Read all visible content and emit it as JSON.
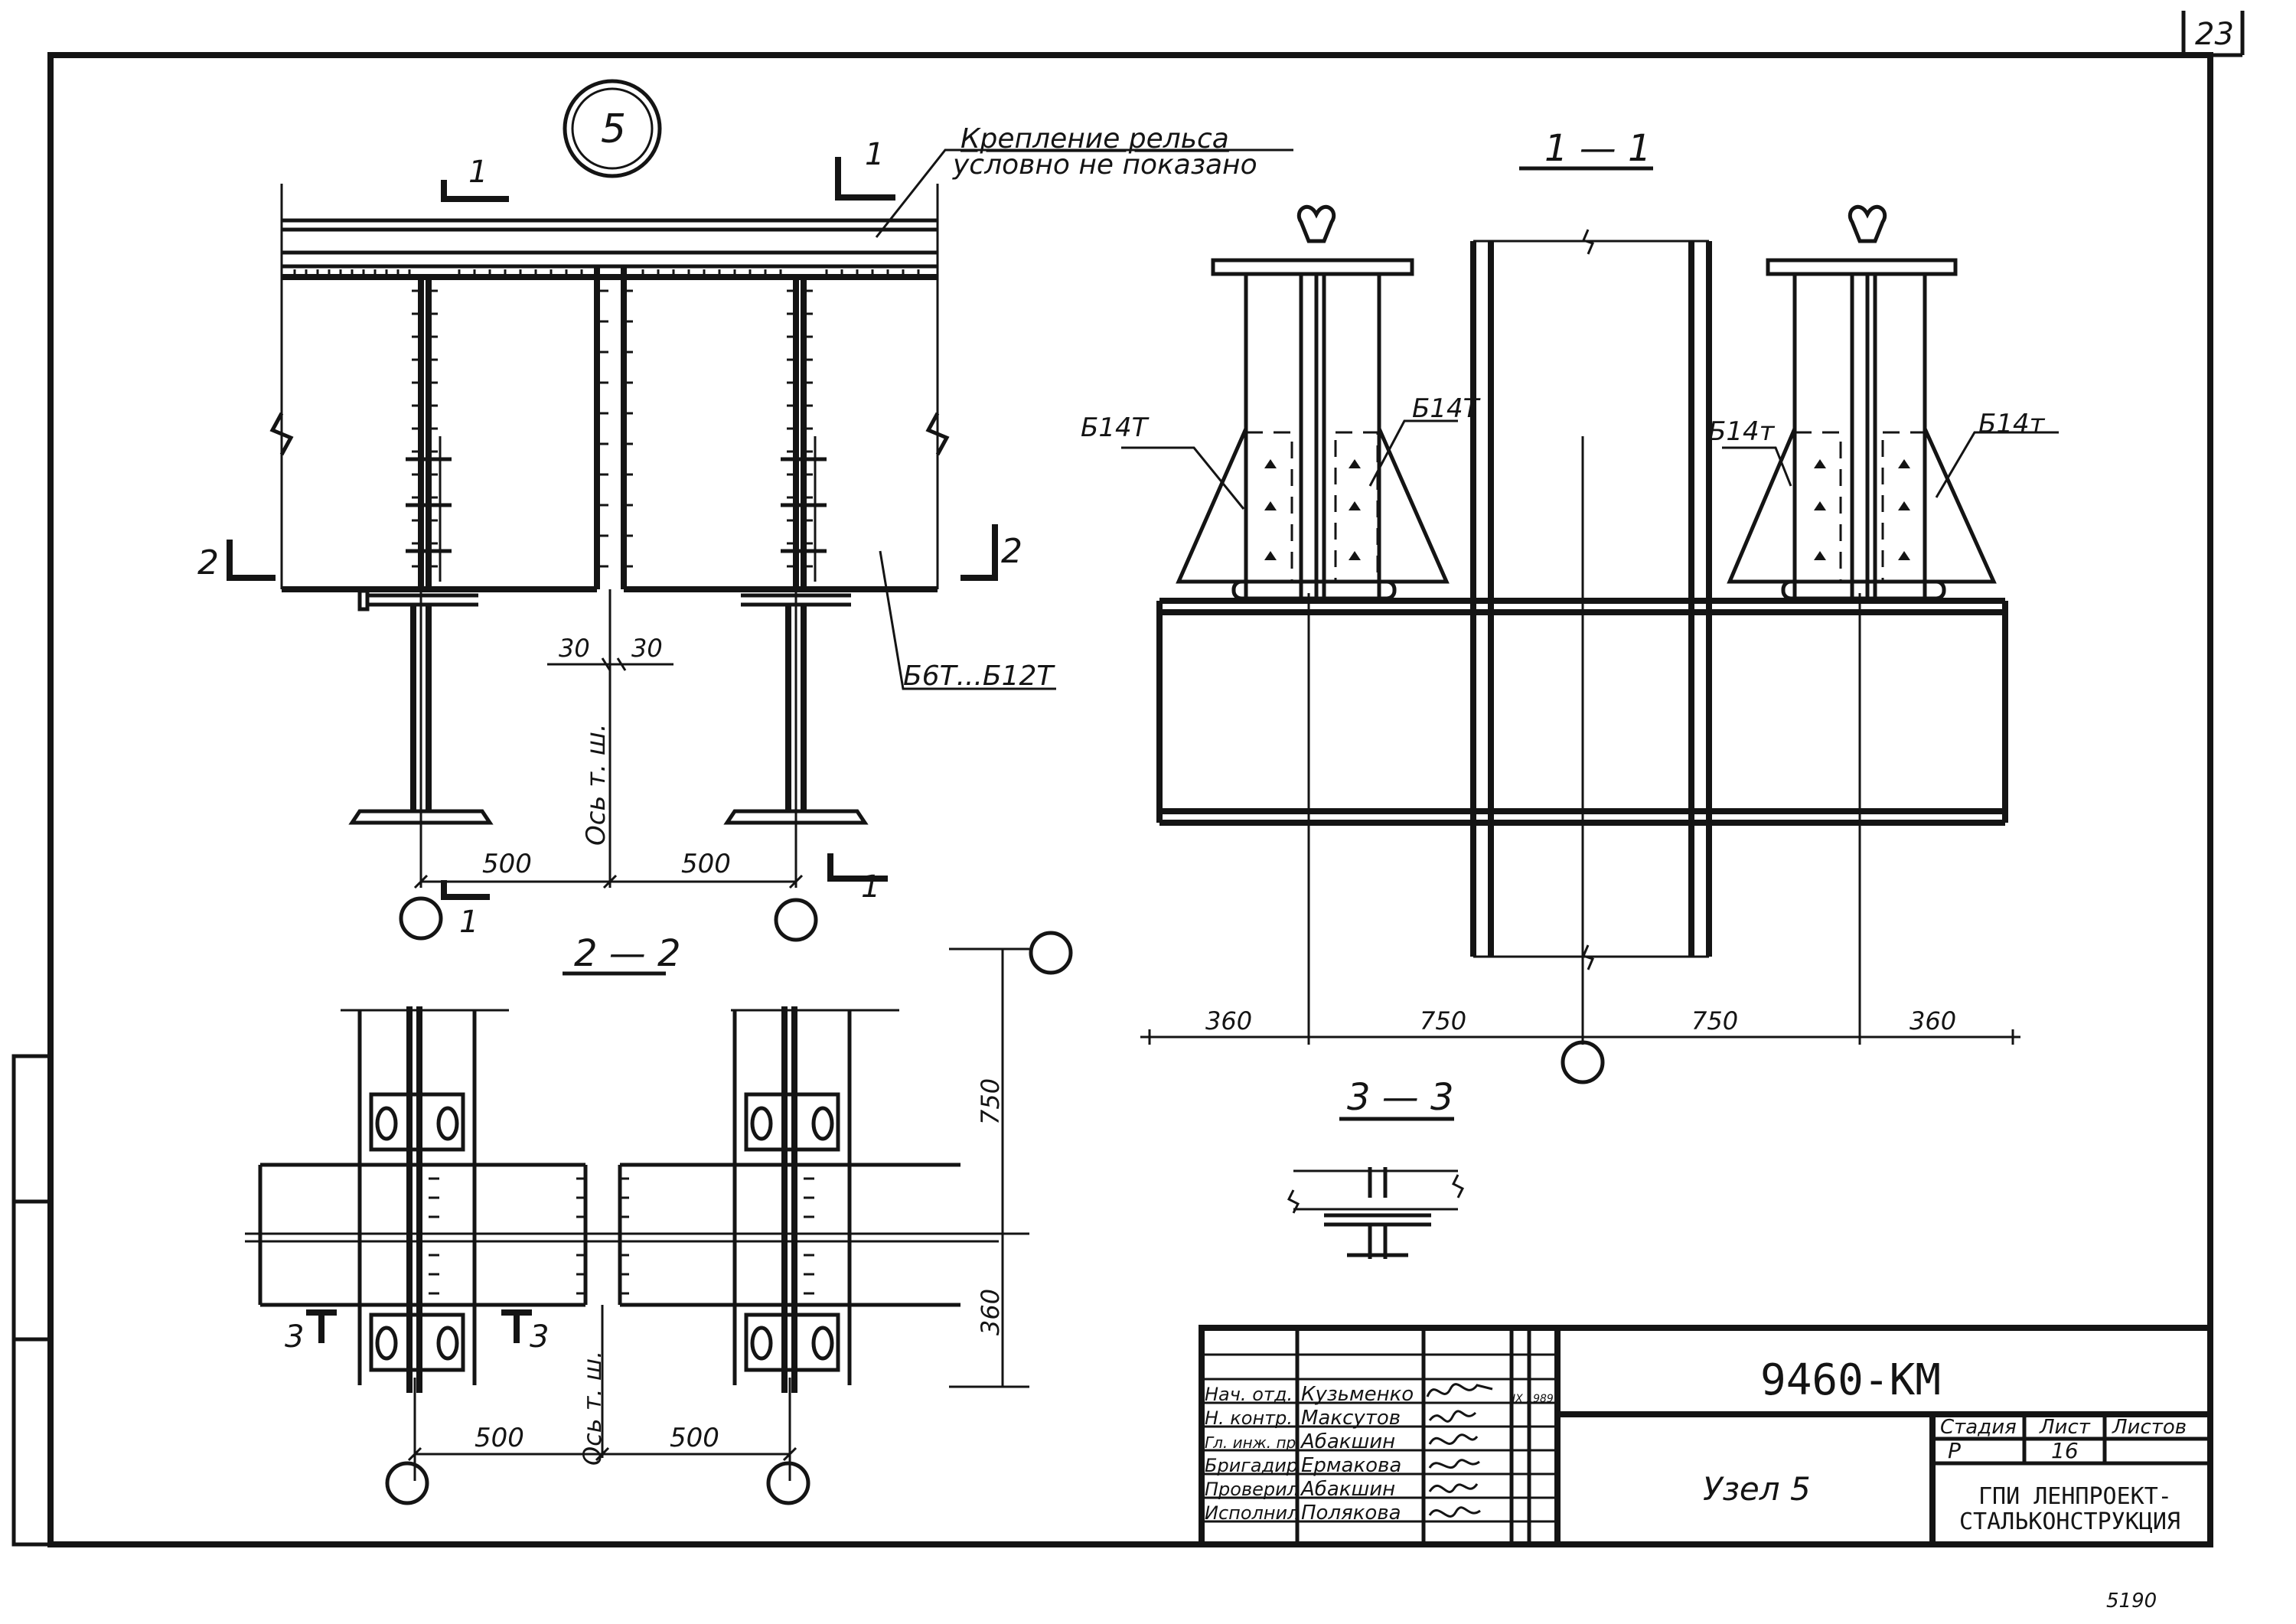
{
  "sheet": {
    "page_number": "23",
    "node_number": "5",
    "rail_note_line1": "Крепление рельса",
    "rail_note_line2": "условно не показано"
  },
  "plan": {
    "cut_1": "1",
    "cut_2": "2",
    "gap_left": "30",
    "gap_right": "30",
    "axis_label": "Ось т. ш.",
    "beam_label": "Б6Т...Б12Т",
    "dim_left": "500",
    "dim_right": "500"
  },
  "section_1_1": {
    "title": "1 — 1",
    "label_a": "Б14Т",
    "label_b": "Б14Т",
    "label_c": "Б14т",
    "label_d": "Б14т",
    "dims": [
      "360",
      "750",
      "750",
      "360"
    ]
  },
  "section_2_2": {
    "title": "2 — 2",
    "cut_3": "3",
    "dim_750": "750",
    "dim_360": "360",
    "axis_label": "Ось т. ш.",
    "dim_left": "500",
    "dim_right": "500"
  },
  "section_3_3": {
    "title": "3 — 3"
  },
  "title_block": {
    "doc_code": "9460-КМ",
    "sheet_title": "Узел 5",
    "col_stage": "Стадия",
    "col_sheet": "Лист",
    "col_sheets": "Листов",
    "stage": "Р",
    "sheet_no": "16",
    "org_line1": "ГПИ ЛЕНПРОЕКТ-",
    "org_line2": "СТАЛЬКОНСТРУКЦИЯ",
    "date": "IX 1989",
    "roles": [
      {
        "role": "Нач. отд.",
        "name": "Кузьменко"
      },
      {
        "role": "Н. контр.",
        "name": "Максутов"
      },
      {
        "role": "Гл. инж. пр.",
        "name": "Абакшин"
      },
      {
        "role": "Бригадир",
        "name": "Ермакова"
      },
      {
        "role": "Проверил",
        "name": "Абакшин"
      },
      {
        "role": "Исполнил",
        "name": "Полякова"
      }
    ]
  },
  "footer_mark": "5190"
}
